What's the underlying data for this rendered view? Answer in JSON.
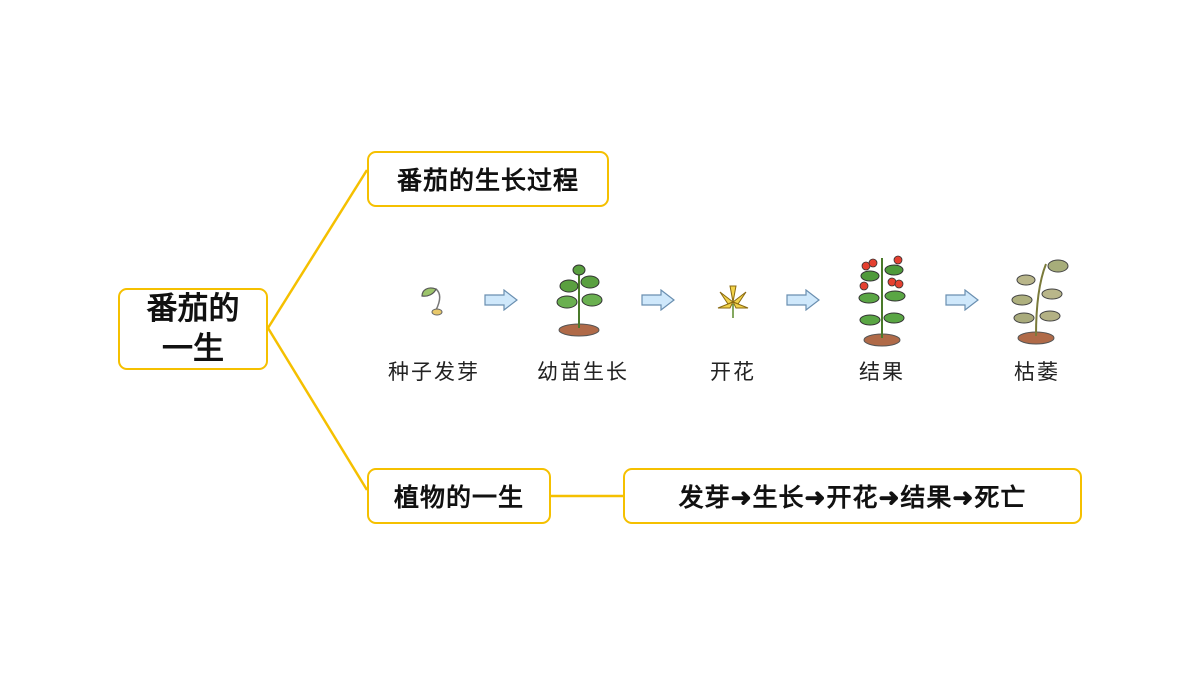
{
  "root": {
    "line1": "番茄的",
    "line2": "一生"
  },
  "branch_growth": {
    "label": "番茄的生长过程"
  },
  "branch_life": {
    "label": "植物的一生"
  },
  "life_sequence": {
    "label": "发芽➜生长➜开花➜结果➜死亡"
  },
  "stages": [
    {
      "label": "种子发芽",
      "icon": "seed-sprout-icon"
    },
    {
      "label": "幼苗生长",
      "icon": "seedling-icon"
    },
    {
      "label": "开花",
      "icon": "flower-icon"
    },
    {
      "label": "结果",
      "icon": "tomato-plant-icon"
    },
    {
      "label": "枯萎",
      "icon": "withered-plant-icon"
    }
  ],
  "colors": {
    "accent": "#f5c000",
    "arrow_fill": "#cfe8fb",
    "arrow_stroke": "#6a8fb0"
  }
}
